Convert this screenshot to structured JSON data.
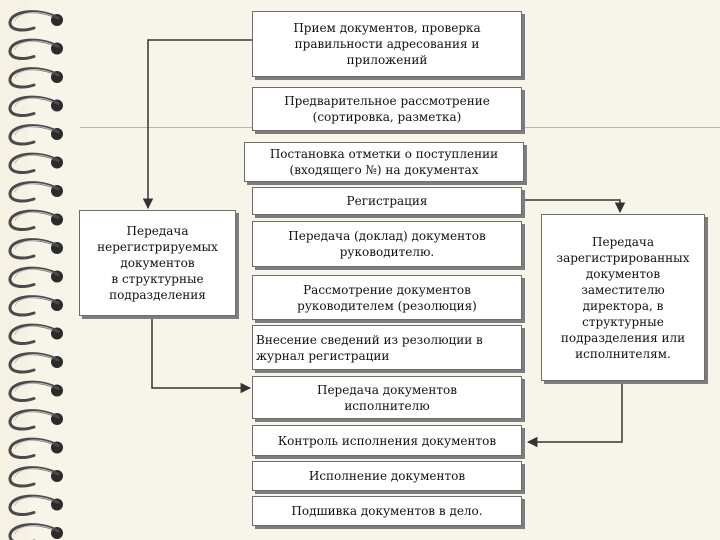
{
  "colors": {
    "paper": "#f7f5e9",
    "box_fill": "#ffffff",
    "box_shadow": "#7d7d7d",
    "arrow": "#333333"
  },
  "flow": {
    "step1": "Прием документов, проверка\nправильности адресования и\nприложений",
    "step2": "Предварительное рассмотрение\n(сортировка, разметка)",
    "step3": "Постановка отметки о поступлении\n(входящего №) на документах",
    "step4": "Регистрация",
    "step5": "Передача (доклад) документов\nруководителю.",
    "step6": "Рассмотрение документов\nруководителем  (резолюция)",
    "step7": "Внесение  сведений из резолюции в\nжурнал регистрации",
    "step8": "Передача документов\nисполнителю",
    "step9": "Контроль исполнения документов",
    "step10": "Исполнение документов",
    "step11": "Подшивка документов в дело."
  },
  "side": {
    "left": "Передача\nнерегистрируемых\nдокументов\nв структурные\nподразделения",
    "right": "Передача\nзарегистрированных\nдокументов\nзаместителю\nдиректора, в\nструктурные\nподразделения    или\nисполнителям."
  }
}
